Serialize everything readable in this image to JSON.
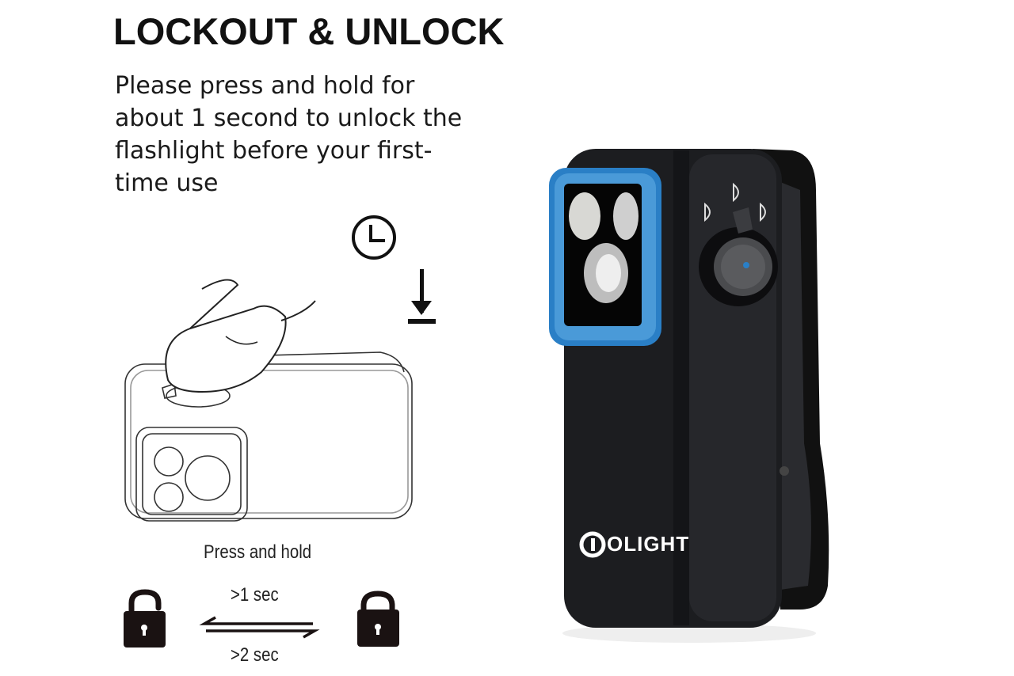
{
  "title": "LOCKOUT & UNLOCK",
  "description": "Please press and hold for about 1 second to unlock the flashlight before your first-time use",
  "illustration": {
    "caption": "Press and hold",
    "lock_to_unlock": ">1 sec",
    "unlock_to_lock": ">2 sec",
    "icons": [
      "clock-icon",
      "down-arrow-icon",
      "unlocked-padlock-icon",
      "locked-padlock-icon"
    ]
  },
  "product": {
    "brand": "OLIGHT",
    "accent_color": "#2a7fc6",
    "body_color": "#1c1d20"
  }
}
